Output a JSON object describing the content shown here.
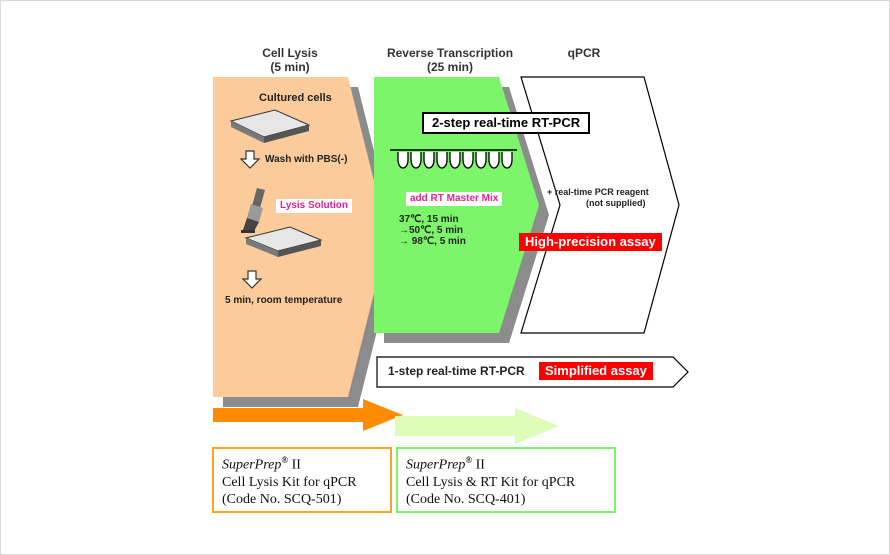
{
  "stages": [
    {
      "name": "Cell Lysis",
      "time": "(5 min)"
    },
    {
      "name": "Reverse Transcription",
      "time": "(25 min)"
    },
    {
      "name": "qPCR",
      "time": ""
    }
  ],
  "lysis": {
    "cultured_cells": "Cultured cells",
    "wash": "Wash with PBS(-)",
    "lysis_solution": "Lysis Solution",
    "incubation": "5 min, room temperature"
  },
  "rt": {
    "two_step": "2-step real-time RT-PCR",
    "add_master_mix": "add RT Master Mix",
    "step1": "37℃, 15 min",
    "step2": "→50℃, 5 min",
    "step3": "→ 98℃,  5 min"
  },
  "qpcr": {
    "reagent_line1": "+ real-time PCR reagent",
    "reagent_line2": "(not supplied)",
    "high_precision": "High-precision assay"
  },
  "one_step": {
    "label": "1-step real-time RT-PCR",
    "simplified": "Simplified assay"
  },
  "kits": [
    {
      "brand": "SuperPrep",
      "reg": "®",
      "suffix": " II",
      "line2": "Cell Lysis Kit for qPCR",
      "line3": "(Code No. SCQ-501)",
      "border_color": "#f5a623"
    },
    {
      "brand": "SuperPrep",
      "reg": "®",
      "suffix": " II",
      "line2": "Cell Lysis & RT Kit for qPCR",
      "line3": "(Code No. SCQ-401)",
      "border_color": "#7cf56a"
    }
  ],
  "colors": {
    "lysis_fill": "#fbcb9c",
    "rt_fill": "#7cf56a",
    "shadow": "#8c8c8c",
    "orange_arrow": "#ff8c00",
    "green_arrow": "#dcfcb8",
    "accent_red": "#ff0000",
    "pink_text": "#e0248f"
  }
}
